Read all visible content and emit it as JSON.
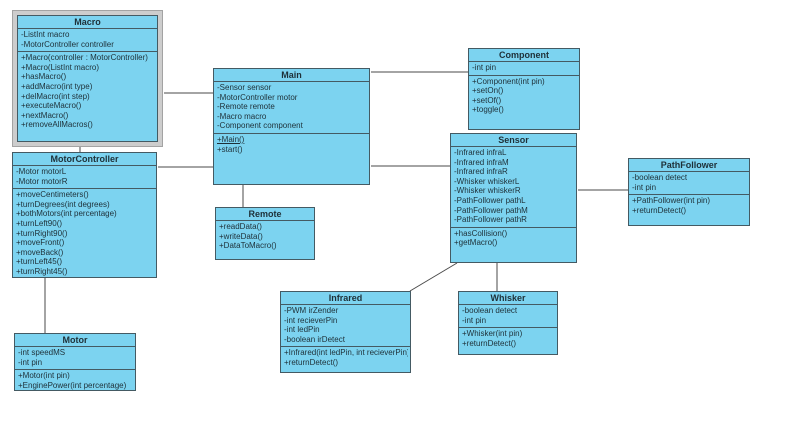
{
  "diagram": {
    "box_fill": "#7cd3f0",
    "box_border": "#445a63",
    "selection_frame_color": "#cdcdcd",
    "connector_color": "#4a4a4a"
  },
  "classes": [
    {
      "name": "Macro",
      "selected": true,
      "attributes": [
        "-ListInt macro",
        "-MotorController controller"
      ],
      "methods": [
        "+Macro(controller : MotorController)",
        "+Macro(ListInt macro)",
        "+hasMacro()",
        "+addMacro(int type)",
        "+delMacro(int step)",
        "+executeMacro()",
        "+nextMacro()",
        "+removeAllMacros()"
      ]
    },
    {
      "name": "MotorController",
      "attributes": [
        "-Motor motorL",
        "-Motor motorR"
      ],
      "methods": [
        "+moveCentimeters()",
        "+turnDegrees(int degrees)",
        "+bothMotors(int percentage)",
        "+turnLeft90()",
        "+turnRight90()",
        "+moveFront()",
        "+moveBack()",
        "+turnLeft45()",
        "+turnRight45()"
      ]
    },
    {
      "name": "Motor",
      "attributes": [
        "-int speedMS",
        "-int pin"
      ],
      "methods": [
        "+Motor(int pin)",
        "+EnginePower(int percentage)"
      ]
    },
    {
      "name": "Main",
      "attributes": [
        "-Sensor sensor",
        "-MotorController motor",
        "-Remote remote",
        "-Macro macro",
        "-Component component"
      ],
      "methods": [
        {
          "text": "+Main()",
          "underline": true
        },
        "+start()"
      ]
    },
    {
      "name": "Remote",
      "attributes": [],
      "methods": [
        "+readData()",
        "+writeData()",
        "+DataToMacro()"
      ]
    },
    {
      "name": "Component",
      "attributes": [
        "-int pin"
      ],
      "methods": [
        "+Component(int pin)",
        "+setOn()",
        "+setOf()",
        "+toggle()"
      ]
    },
    {
      "name": "Sensor",
      "attributes": [
        "-Infrared infraL",
        "-Infrared infraM",
        "-Infrared infraR",
        "-Whisker whiskerL",
        "-Whisker whiskerR",
        "-PathFollower pathL",
        "-PathFollower pathM",
        "-PathFollower pathR"
      ],
      "methods": [
        "+hasCollision()",
        "+getMacro()"
      ]
    },
    {
      "name": "PathFollower",
      "attributes": [
        "-boolean detect",
        "-int pin"
      ],
      "methods": [
        "+PathFollower(int pin)",
        "+returnDetect()"
      ]
    },
    {
      "name": "Infrared",
      "attributes": [
        "-PWM irZender",
        "-int recieverPin",
        "-int ledPin",
        "-boolean irDetect"
      ],
      "methods": [
        "+Infrared(int ledPin, int recieverPin)",
        "+returnDetect()"
      ]
    },
    {
      "name": "Whisker",
      "attributes": [
        "-boolean detect",
        "-int pin"
      ],
      "methods": [
        "+Whisker(int pin)",
        "+returnDetect()"
      ]
    }
  ]
}
